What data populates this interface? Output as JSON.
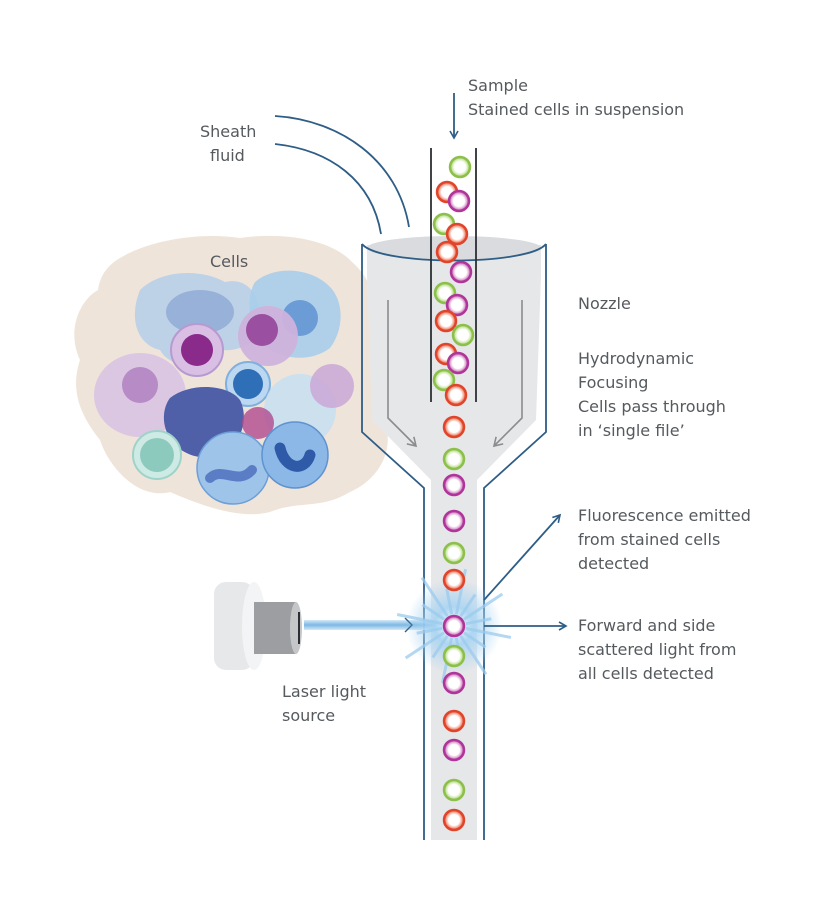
{
  "labels": {
    "sample_title": "Sample",
    "sample_desc": "Stained cells in suspension",
    "sheath_line1": "Sheath",
    "sheath_line2": "fluid",
    "cells": "Cells",
    "nozzle": "Nozzle",
    "focusing_lines": [
      "Hydrodynamic",
      "Focusing",
      "Cells pass through",
      "in ‘single file’"
    ],
    "fluorescence_lines": [
      "Fluorescence emitted",
      "from stained cells",
      "detected"
    ],
    "scatter_lines": [
      "Forward and side",
      "scattered light from",
      "all cells detected"
    ],
    "laser_lines": [
      "Laser light",
      "source"
    ]
  },
  "colors": {
    "line": "#2e5d86",
    "text": "#555a5e",
    "fluid": "#e6e7e9",
    "cell_red": "#e0452b",
    "cell_green": "#8cc04b",
    "cell_purple": "#b0359a",
    "tissue": "#efe4da",
    "laser_beam": "#8ec3ea"
  },
  "sample_tube_cells": [
    "green",
    "red",
    "purple",
    "green",
    "red",
    "red",
    "purple",
    "green",
    "purple",
    "red",
    "green",
    "red",
    "purple",
    "green",
    "red"
  ],
  "stream_cells": [
    "red",
    "green",
    "purple",
    "purple",
    "green",
    "red",
    "purple",
    "green",
    "purple",
    "red",
    "purple",
    "green",
    "red"
  ]
}
